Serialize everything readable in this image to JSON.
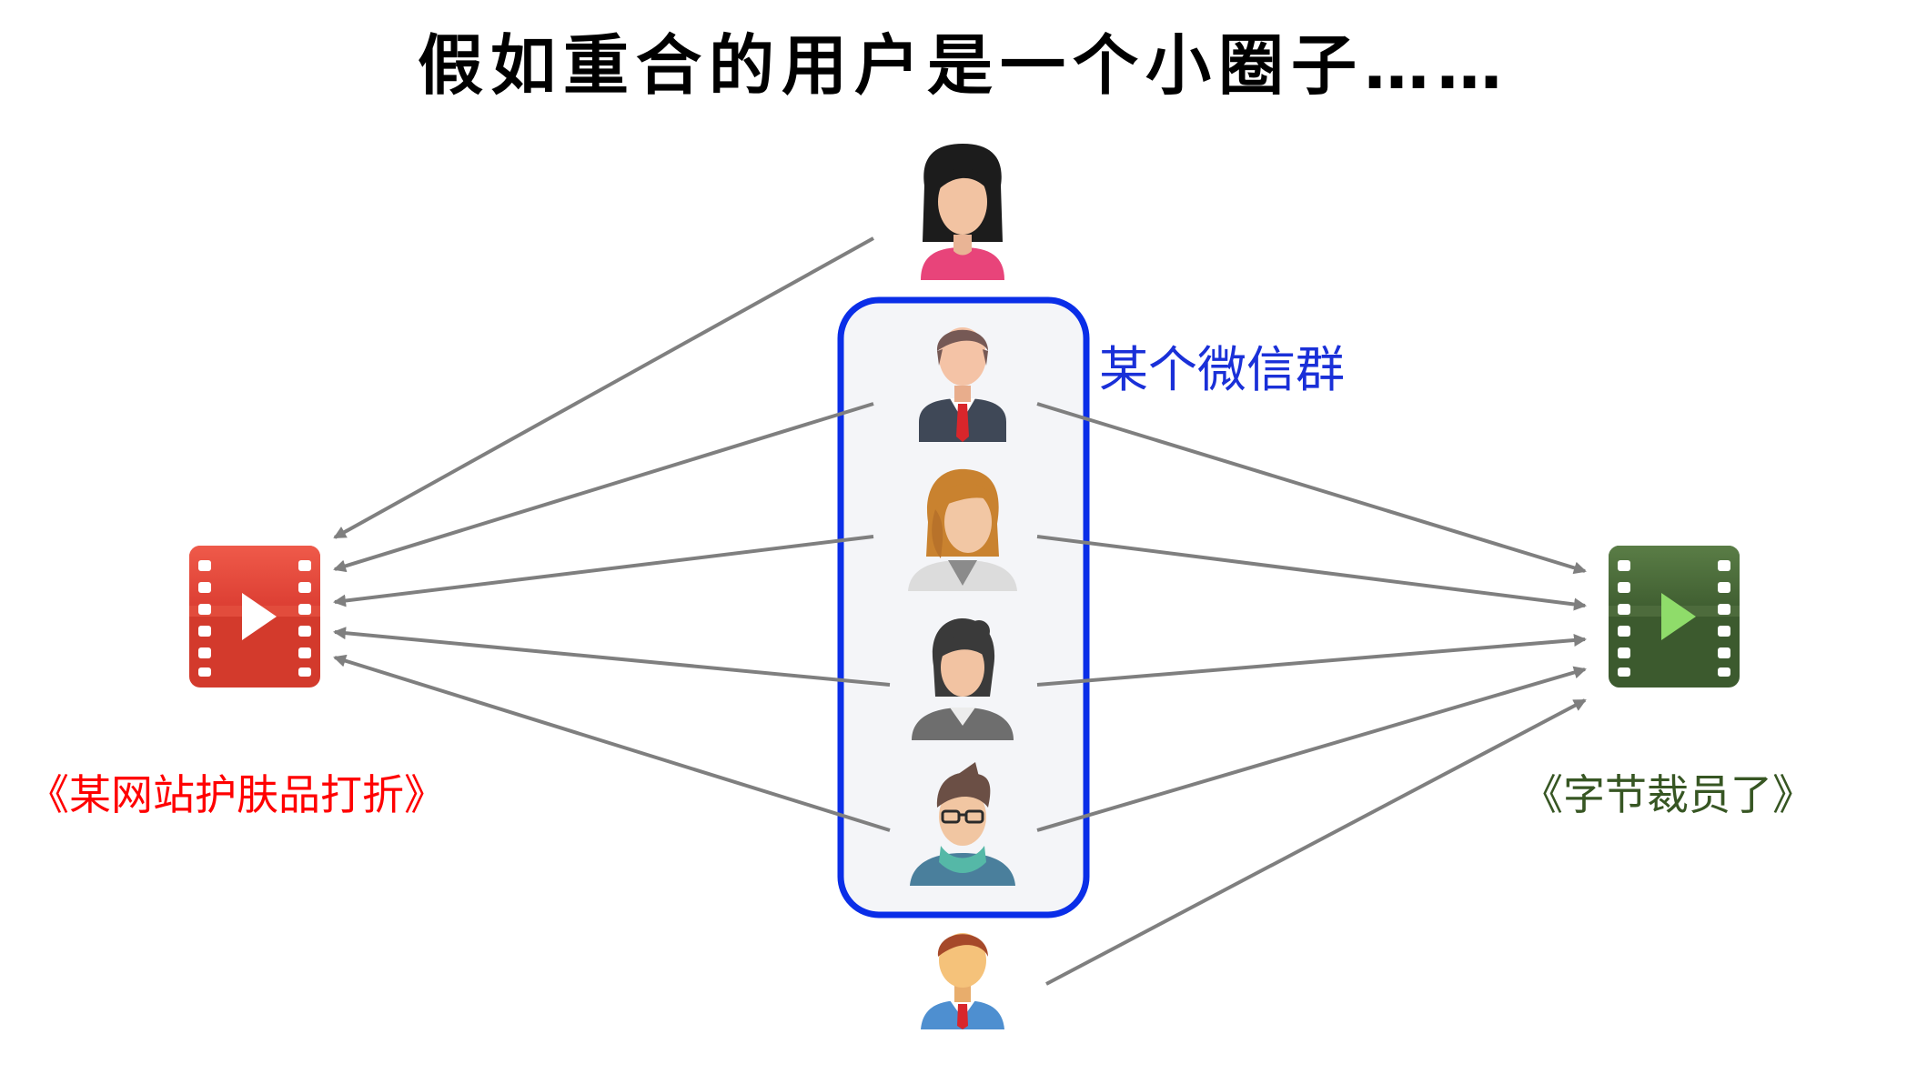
{
  "title": "假如重合的用户是一个小圈子……",
  "group": {
    "label": "某个微信群",
    "border_color": "#0a2ee8",
    "fill_color": "#f4f5f8"
  },
  "videos": {
    "left": {
      "title": "《某网站护肤品打折》",
      "icon": "video-play-icon",
      "color": "#e6473b"
    },
    "right": {
      "title": "《字节裁员了》",
      "icon": "video-play-icon",
      "color": "#4a6b3a"
    }
  },
  "users": [
    {
      "id": "top",
      "icon": "woman-user-icon"
    },
    {
      "id": "group-1",
      "icon": "businessman-user-icon"
    },
    {
      "id": "group-2",
      "icon": "blonde-woman-user-icon"
    },
    {
      "id": "group-3",
      "icon": "businesswoman-user-icon"
    },
    {
      "id": "group-4",
      "icon": "glasses-man-user-icon"
    },
    {
      "id": "bottom",
      "icon": "man-user-icon"
    }
  ],
  "arrow_color": "#7f7f7f"
}
